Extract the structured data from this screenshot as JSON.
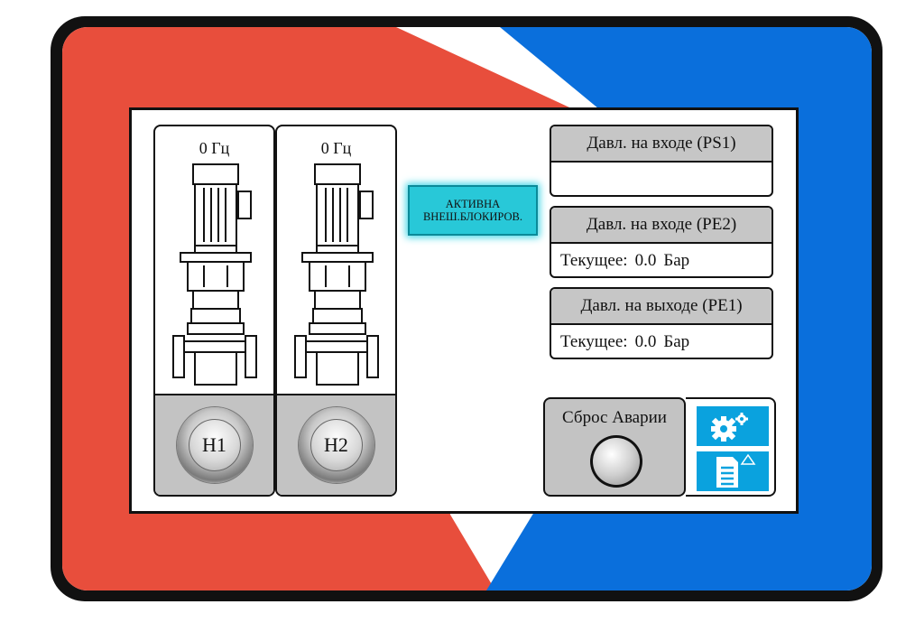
{
  "colors": {
    "frame": "#111111",
    "left_stripe": "#e84e3c",
    "right_stripe": "#0a6fdc",
    "panel_gray": "#c3c3c3",
    "badge": "#28c8d8",
    "icon_button": "#0aa2de"
  },
  "pumps": [
    {
      "freq": "0 Гц",
      "button_label": "Н1"
    },
    {
      "freq": "0 Гц",
      "button_label": "Н2"
    }
  ],
  "block_badge": {
    "line1": "АКТИВНА",
    "line2": "ВНЕШ.БЛОКИРОВ."
  },
  "pressure": [
    {
      "title": "Давл. на входе (PS1)",
      "label": "",
      "value": "",
      "unit": ""
    },
    {
      "title": "Давл. на входе (PE2)",
      "label": "Текущее:",
      "value": "0.0",
      "unit": "Бар"
    },
    {
      "title": "Давл. на выходе (PE1)",
      "label": "Текущее:",
      "value": "0.0",
      "unit": "Бар"
    }
  ],
  "reset": {
    "label": "Сброс Аварии"
  },
  "icons": {
    "settings": "gears-icon",
    "alarm_log": "document-alarm-icon"
  }
}
